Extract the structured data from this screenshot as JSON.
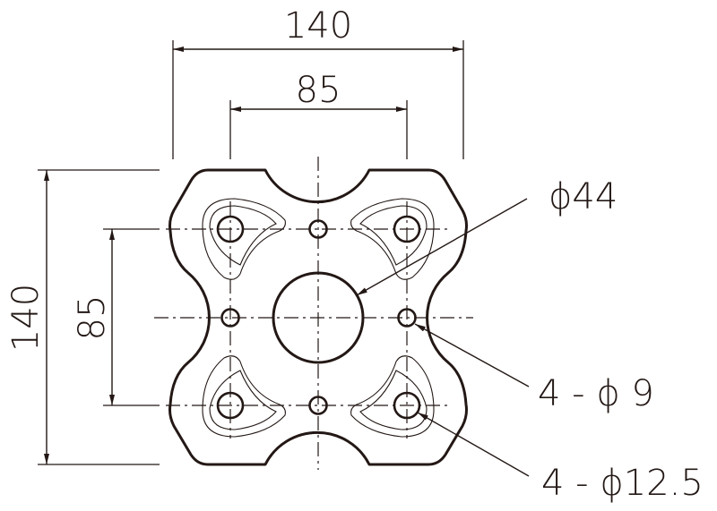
{
  "dimensions": {
    "overall_width": "140",
    "hole_pitch_width": "85",
    "overall_height": "140",
    "hole_pitch_height": "85"
  },
  "callouts": {
    "center_bore": "ϕ44",
    "small_holes": "4 - ϕ 9",
    "large_holes": "4 - ϕ12.5"
  }
}
